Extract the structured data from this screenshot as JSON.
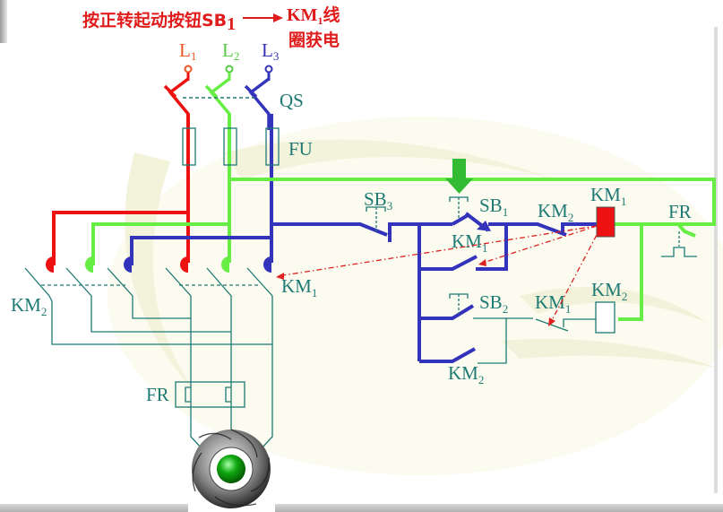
{
  "caption": {
    "line1_prefix": "按正转起动按钮SB",
    "line1_sub": "1",
    "result_prefix": "KM",
    "result_sub": "1",
    "result_suffix": "线",
    "line2": "圈获电"
  },
  "colors": {
    "phase_l1": "#ee1111",
    "phase_l2": "#66ee44",
    "phase_l3": "#3333bb",
    "control_blue": "#3333bb",
    "wire_teal": "#1f7a74",
    "caption_red": "#e01b1b",
    "coil_energized": "#ee1111",
    "motor_core": "#11aa11"
  },
  "supply": {
    "l1": {
      "letter": "L",
      "sub": "1"
    },
    "l2": {
      "letter": "L",
      "sub": "2"
    },
    "l3": {
      "letter": "L",
      "sub": "3"
    }
  },
  "labels": {
    "qs": "QS",
    "fu": "FU",
    "km1_main": {
      "text": "KM",
      "sub": "1"
    },
    "km2_main": {
      "text": "KM",
      "sub": "2"
    },
    "fr_main": "FR",
    "sb3": {
      "text": "SB",
      "sub": "3"
    },
    "sb1": {
      "text": "SB",
      "sub": "1"
    },
    "sb2": {
      "text": "SB",
      "sub": "2"
    },
    "km1_aux": {
      "text": "KM",
      "sub": "1"
    },
    "km2_interlock": {
      "text": "KM",
      "sub": "2"
    },
    "km1_coil": {
      "text": "KM",
      "sub": "1"
    },
    "fr_contact": "FR",
    "km1_interlock": {
      "text": "KM",
      "sub": "1"
    },
    "km2_coil": {
      "text": "KM",
      "sub": "2"
    },
    "km2_aux": {
      "text": "KM",
      "sub": "2"
    }
  },
  "state": {
    "sb1_pressed": true,
    "km1_coil_energized": true,
    "motor": "running-forward"
  }
}
